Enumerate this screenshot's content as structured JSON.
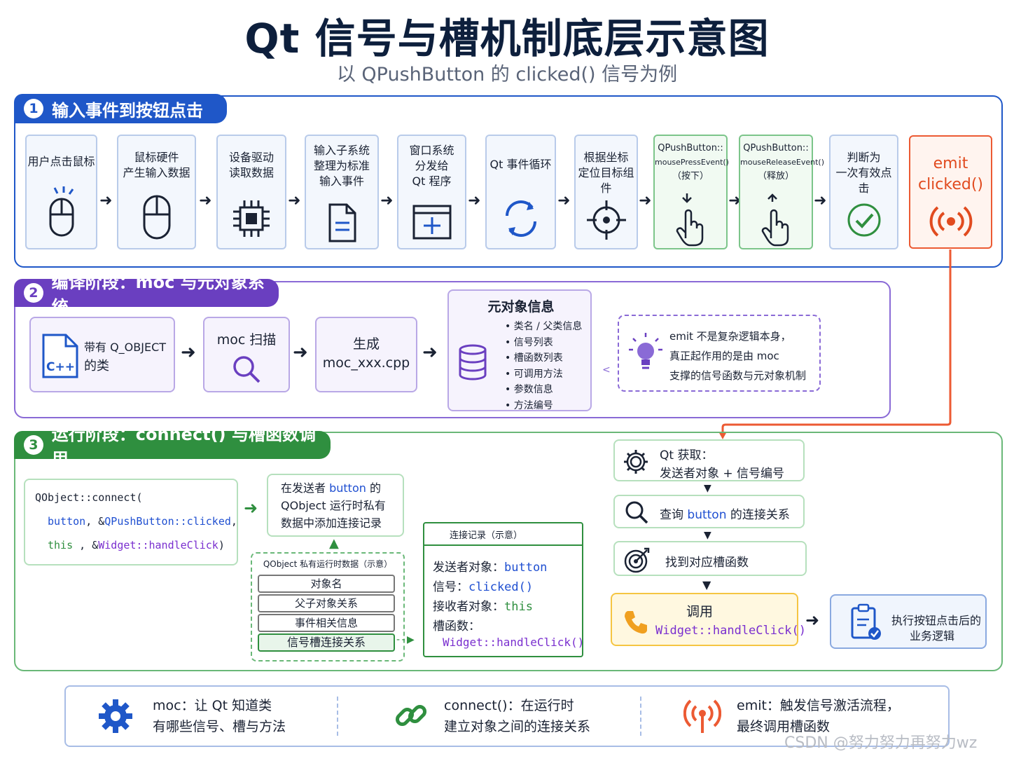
{
  "header": {
    "title": "Qt 信号与槽机制底层示意图",
    "subtitle": "以 QPushButton 的 clicked() 信号为例"
  },
  "section1": {
    "num": "1",
    "title": "输入事件到按钮点击",
    "steps": [
      {
        "lines": [
          "用户点击鼠标"
        ],
        "icon": "mouse-click-icon"
      },
      {
        "lines": [
          "鼠标硬件",
          "产生输入数据"
        ],
        "icon": "mouse-icon"
      },
      {
        "lines": [
          "设备驱动",
          "读取数据"
        ],
        "icon": "chip-icon"
      },
      {
        "lines": [
          "输入子系统",
          "整理为标准",
          "输入事件"
        ],
        "icon": "document-icon"
      },
      {
        "lines": [
          "窗口系统",
          "分发给",
          "Qt 程序"
        ],
        "icon": "window-icon"
      },
      {
        "lines": [
          "Qt 事件循环"
        ],
        "icon": "loop-icon"
      },
      {
        "lines": [
          "根据坐标",
          "定位目标组件"
        ],
        "icon": "crosshair-icon"
      },
      {
        "lines": [
          "QPushButton::",
          "mousePressEvent()",
          "（按下）"
        ],
        "icon": "hand-press-icon"
      },
      {
        "lines": [
          "QPushButton::",
          "mouseReleaseEvent()",
          "（释放）"
        ],
        "icon": "hand-release-icon"
      },
      {
        "lines": [
          "判断为",
          "一次有效点击"
        ],
        "icon": "check-circle-icon"
      },
      {
        "lines": [
          "emit",
          "clicked()"
        ],
        "icon": "broadcast-icon"
      }
    ]
  },
  "section2": {
    "num": "2",
    "title": "编译阶段：moc 与元对象系统",
    "class_box": {
      "line1": "带有 Q_OBJECT",
      "line2": "的类",
      "icon_text": "C++"
    },
    "moc_box": {
      "label": "moc 扫描"
    },
    "gen_box": {
      "line1": "生成",
      "line2": "moc_xxx.cpp"
    },
    "meta": {
      "title": "元对象信息",
      "items": [
        "类名 / 父类信息",
        "信号列表",
        "槽函数列表",
        "可调用方法",
        "参数信息",
        "方法编号"
      ]
    },
    "note": [
      "emit 不是复杂逻辑本身，",
      "真正起作用的是由 moc",
      "支撑的信号函数与元对象机制"
    ]
  },
  "section3": {
    "num": "3",
    "title": "运行阶段：connect() 与槽函数调用",
    "code": {
      "l1": "QObject::connect(",
      "l2a": "button",
      "l2b": ", &",
      "l2c": "QPushButton::clicked",
      "l2d": ",",
      "l3a": "this",
      "l3b": " , &",
      "l3c": "Widget::handleClick",
      "l3d": ")"
    },
    "add_record": {
      "l1a": "在发送者 ",
      "l1b": "button",
      "l1c": " 的",
      "l2": "QObject 运行时私有",
      "l3": "数据中添加连接记录"
    },
    "private_data": {
      "title": "QObject 私有运行时数据（示意）",
      "rows": [
        "对象名",
        "父子对象关系",
        "事件相关信息",
        "信号槽连接关系"
      ]
    },
    "record": {
      "title": "连接记录（示意）",
      "sender_k": "发送者对象：",
      "sender_v": "button",
      "signal_k": "信号：",
      "signal_v": "clicked()",
      "receiver_k": "接收者对象：",
      "receiver_v": "this",
      "slot_k": "槽函数：",
      "slot_v": "Widget::handleClick()"
    },
    "flow": {
      "get_l1": "Qt 获取：",
      "get_l2": "发送者对象 + 信号编号",
      "query_a": "查询 ",
      "query_b": "button",
      "query_c": " 的连接关系",
      "find": "找到对应槽函数",
      "call_l1": "调用",
      "call_l2": "Widget::handleClick()",
      "exec_l1": "执行按钮点击后的",
      "exec_l2": "业务逻辑"
    }
  },
  "summary": [
    {
      "l1": "moc：让 Qt 知道类",
      "l2": "有哪些信号、槽与方法"
    },
    {
      "l1": "connect()：在运行时",
      "l2": "建立对象之间的连接关系"
    },
    {
      "l1": "emit：触发信号激活流程，",
      "l2": "最终调用槽函数"
    }
  ],
  "watermark": "CSDN @努力努力再努力wz",
  "colors": {
    "blue": "#1f57c8",
    "purple": "#6a3fc0",
    "green": "#2f8f3f",
    "orange": "#ec5a33",
    "yellow": "#f5c542"
  }
}
